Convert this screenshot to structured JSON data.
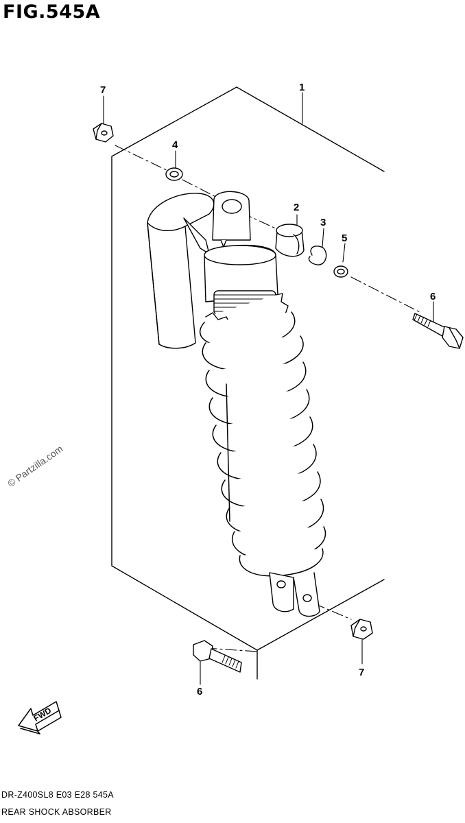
{
  "figure": {
    "title": "FIG.545A"
  },
  "callouts": [
    {
      "id": "c1",
      "label": "1"
    },
    {
      "id": "c2",
      "label": "2"
    },
    {
      "id": "c3",
      "label": "3"
    },
    {
      "id": "c4",
      "label": "4"
    },
    {
      "id": "c5",
      "label": "5"
    },
    {
      "id": "c6a",
      "label": "6"
    },
    {
      "id": "c6b",
      "label": "6"
    },
    {
      "id": "c7a",
      "label": "7"
    },
    {
      "id": "c7b",
      "label": "7"
    }
  ],
  "fwd_label": "FWD",
  "watermark": "© Partzilla.com",
  "footer": {
    "code": "DR-Z400SL8  E03  E28  545A",
    "name": "REAR SHOCK ABSORBER"
  }
}
